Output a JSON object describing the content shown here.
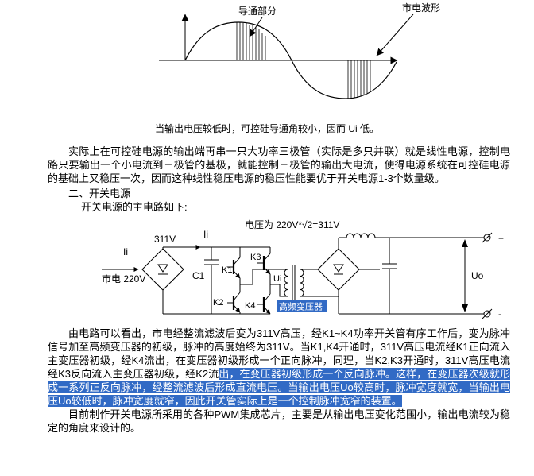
{
  "waveform": {
    "conduction_label": "导通部分",
    "mains_label": "市电波形",
    "caption": "当输出电压较低时，可控硅导通角较小，因而 Ui 低。"
  },
  "article": {
    "p1": "实际上在可控硅电源的输出端再串一只大功率三极管（实际是多只并联）就是线性电源，控制电路只要输出一个小电流到三极管的基极，就能控制三极管的输出大电流，使得电源系统在可控硅电源的基础上又稳压一次，因而这种线性稳压电源的稳压性能要优于开关电源1-3个数量级。",
    "heading": "二、开关电源",
    "subheading": "开关电源的主电路如下:",
    "p2_normal": "由电路可以看出，市电经整流滤波后变为311V高压，经K1~K4功率开关管有序工作后，变为脉冲信号加至高频变压器的初级，脉冲的高度始终为311V。当K1,K4开通时，311V高压电流经K1正向流入主变压器初级，经K4流出，在变压器初级形成一个正向脉冲，同理，当K2,K3开通时，311V高压电流经K3反向流入主变压器初级，经K2流",
    "p2_highlighted": "出，在变压器初级形成一个反向脉冲。这样，在变压器次级就形成一系列正反向脉冲，经整流滤波后形成直流电压。当输出电压Uo较高时，脉冲宽度就宽，当输出电压Uo较低时，脉冲宽度就窄，因此开关管实际上是一个控制脉冲宽窄的装置。",
    "p3": "目前制作开关电源所采用的各种PWM集成芯片，主要是从输出电压变化范围小，输出电流较为稳定的角度来设计的。"
  },
  "circuit": {
    "voltage_note": "电压为 220V*√2=311V",
    "bus_voltage": "311V",
    "input_current": "Ii",
    "bus_current": "Ii",
    "mains_label": "市电 220V",
    "cap_label": "C1",
    "k1": "K1",
    "k2": "K2",
    "k3": "K3",
    "k4": "K4",
    "ui": "Ui",
    "transformer_label": "高频变压器",
    "uo": "Uo",
    "plus": "+",
    "minus": "-"
  },
  "colors": {
    "selection_bg": "#316ac5",
    "selection_text": "#ffffff"
  }
}
